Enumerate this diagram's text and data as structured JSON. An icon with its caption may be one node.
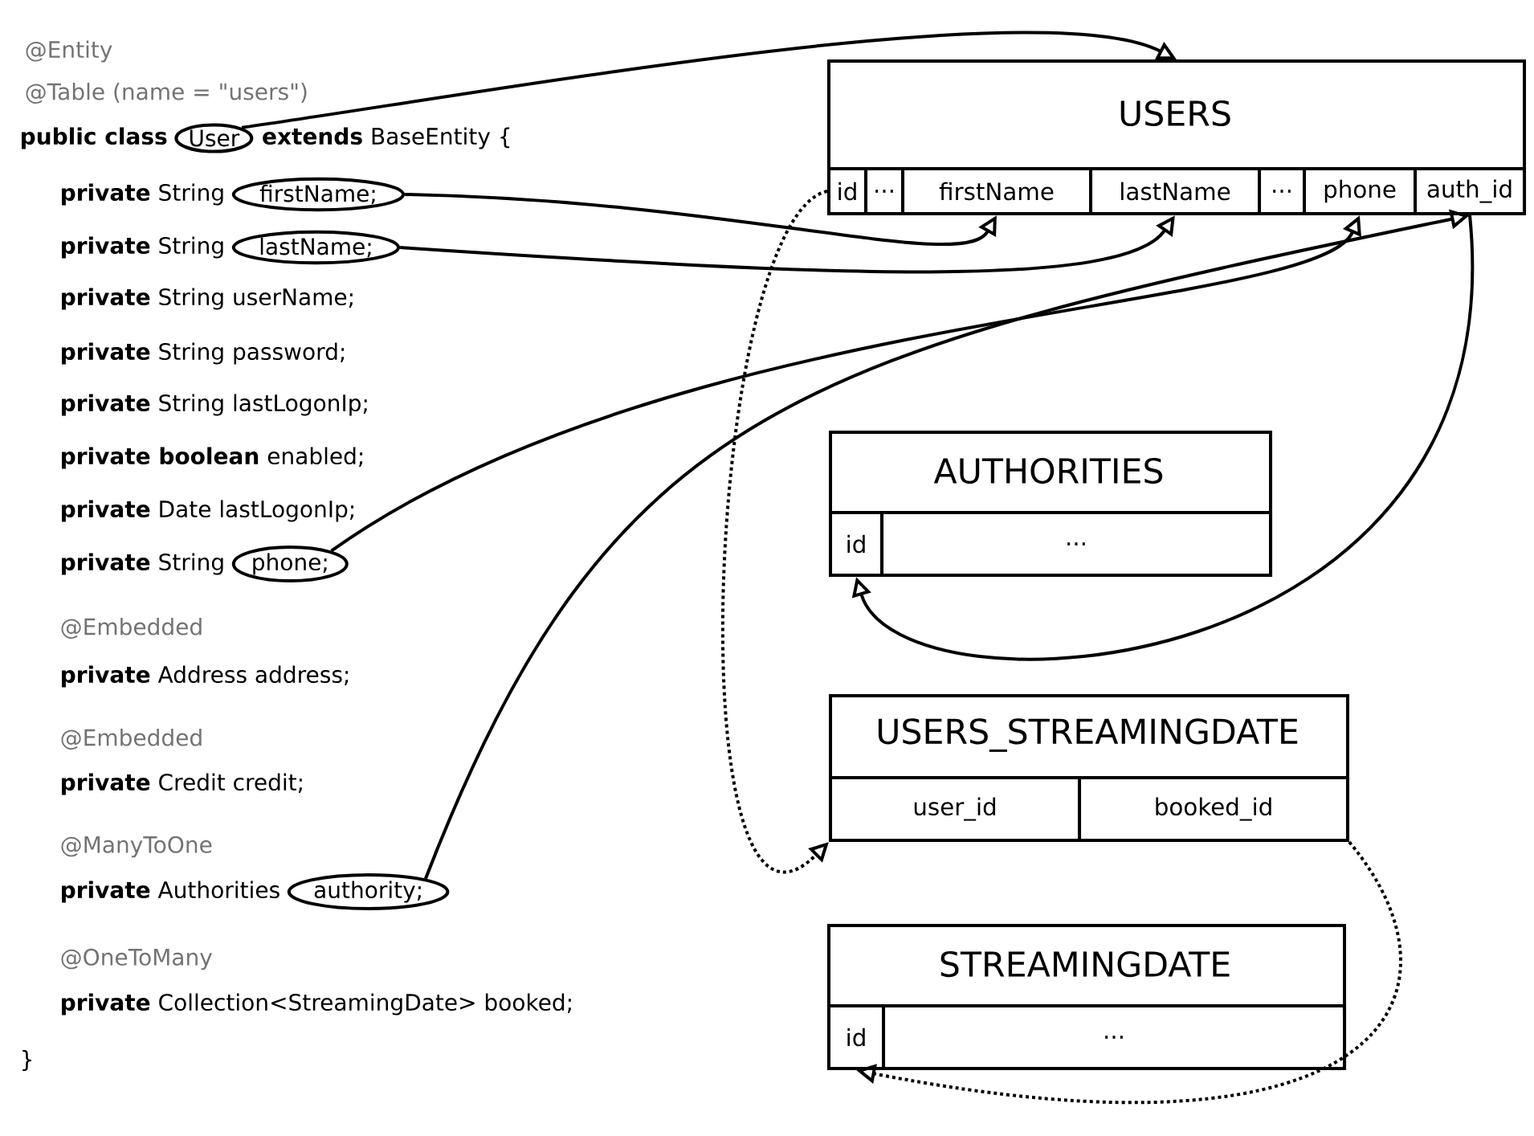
{
  "diagram": {
    "nodes": [
      {
        "text": [
          "User"
        ]
      },
      {
        "text": [
          "firstName;"
        ]
      },
      {
        "text": [
          "lastName;"
        ]
      },
      {
        "text": [
          "phone;"
        ]
      },
      {
        "text": [
          "authority;"
        ]
      },
      {
        "text": [
          "USERS"
        ]
      },
      {
        "text": [
          "id"
        ],
        "in": 5
      },
      {
        "text": [
          "..."
        ],
        "in": 5
      },
      {
        "text": [
          "firstName"
        ],
        "in": 5
      },
      {
        "text": [
          "lastName"
        ],
        "in": 5
      },
      {
        "text": [
          "..."
        ],
        "in": 5
      },
      {
        "text": [
          "phone"
        ],
        "in": 5
      },
      {
        "text": [
          "auth_id"
        ],
        "in": 5
      },
      {
        "text": [
          "AUTHORITIES"
        ]
      },
      {
        "text": [
          "id"
        ],
        "in": 13
      },
      {
        "text": [
          "..."
        ],
        "in": 13
      },
      {
        "text": [
          "USERS_STREAMINGDATE"
        ]
      },
      {
        "text": [
          "user_id"
        ],
        "in": 16
      },
      {
        "text": [
          "booked_id"
        ],
        "in": 16
      },
      {
        "text": [
          "STREAMINGDATE"
        ]
      },
      {
        "text": [
          "id"
        ],
        "in": 19
      },
      {
        "text": [
          "..."
        ],
        "in": 19
      }
    ],
    "edges": [
      {
        "from": 0,
        "to": 5,
        "arrow": "to"
      },
      {
        "from": 1,
        "to": 8,
        "arrow": "to"
      },
      {
        "from": 2,
        "to": 9,
        "arrow": "to"
      },
      {
        "from": 3,
        "to": 11,
        "arrow": "to"
      },
      {
        "from": 4,
        "to": 12,
        "arrow": "to"
      },
      {
        "from": 12,
        "to": 14,
        "arrow": "to"
      },
      {
        "from": 6,
        "to": 17,
        "arrow": "to",
        "style": "dashed"
      },
      {
        "from": 18,
        "to": 20,
        "arrow": "to",
        "style": "dashed"
      }
    ],
    "labels": [
      "@Entity",
      "@Table (name = \"users\")",
      "public class",
      "**extends** BaseEntity {",
      "**private** String",
      "**private** String",
      "**private** String userName;",
      "**private** String password;",
      "**private** String lastLogonIp;",
      "**private boolean** enabled;",
      "**private** Date lastLogonIp;",
      "**private** String",
      "@Embedded",
      "**private** Address address;",
      "@Embedded",
      "**private** Credit credit;",
      "@ManyToOne",
      "**private** Authorities",
      "@OneToMany",
      "**private** Collection<StreamingDate> booked;",
      "}"
    ]
  }
}
